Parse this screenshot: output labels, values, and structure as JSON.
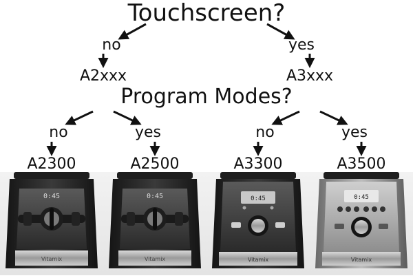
{
  "questions": {
    "touchscreen": "Touchscreen?",
    "program_modes": "Program Modes?"
  },
  "answers": {
    "touch_no": "no",
    "touch_yes": "yes",
    "prog_a2_no": "no",
    "prog_a2_yes": "yes",
    "prog_a3_no": "no",
    "prog_a3_yes": "yes"
  },
  "series": {
    "a2": "A2xxx",
    "a3": "A3xxx"
  },
  "models": [
    {
      "name": "A2300",
      "display": "0:45",
      "kind": "dial",
      "brand": "Vitamix",
      "left_button": "",
      "right_button": ""
    },
    {
      "name": "A2500",
      "display": "0:45",
      "kind": "dial",
      "brand": "Vitamix",
      "left_button": "",
      "right_button": ""
    },
    {
      "name": "A3300",
      "display": "0:45",
      "kind": "touch",
      "brand": "Vitamix",
      "left_button": "",
      "right_button": ""
    },
    {
      "name": "A3500",
      "display": "0:45",
      "kind": "touch-programs",
      "brand": "Vitamix",
      "left_button": "",
      "right_button": ""
    }
  ],
  "colors": {
    "text": "#111111",
    "arrow": "#111111"
  }
}
